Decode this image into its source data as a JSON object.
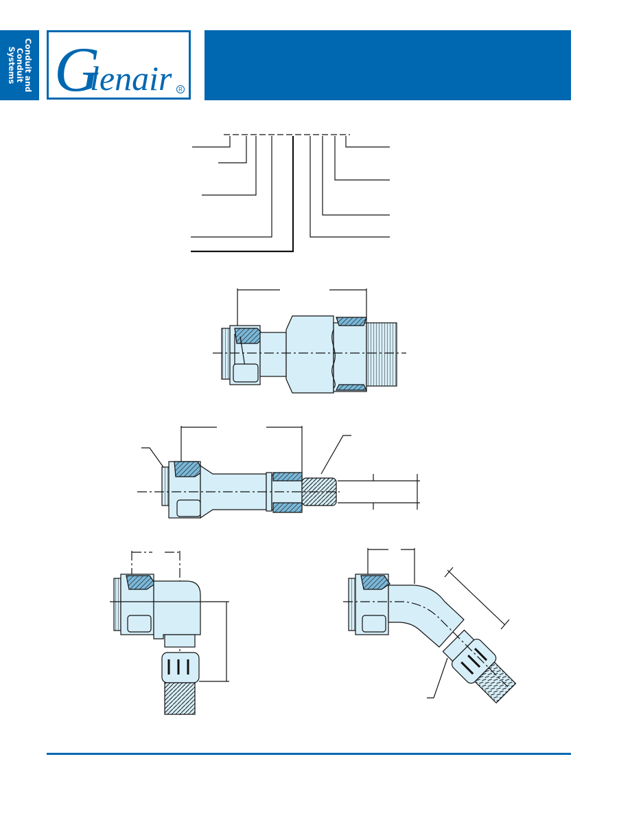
{
  "side_tab": {
    "lines": [
      "Conduit and",
      "Conduit",
      "Systems"
    ]
  },
  "logo": {
    "initial": "G",
    "rest": "lenair",
    "registered": "R"
  },
  "colors": {
    "brand_blue": "#0067b1",
    "part_fill": "#d6eef8",
    "line": "#111111"
  }
}
